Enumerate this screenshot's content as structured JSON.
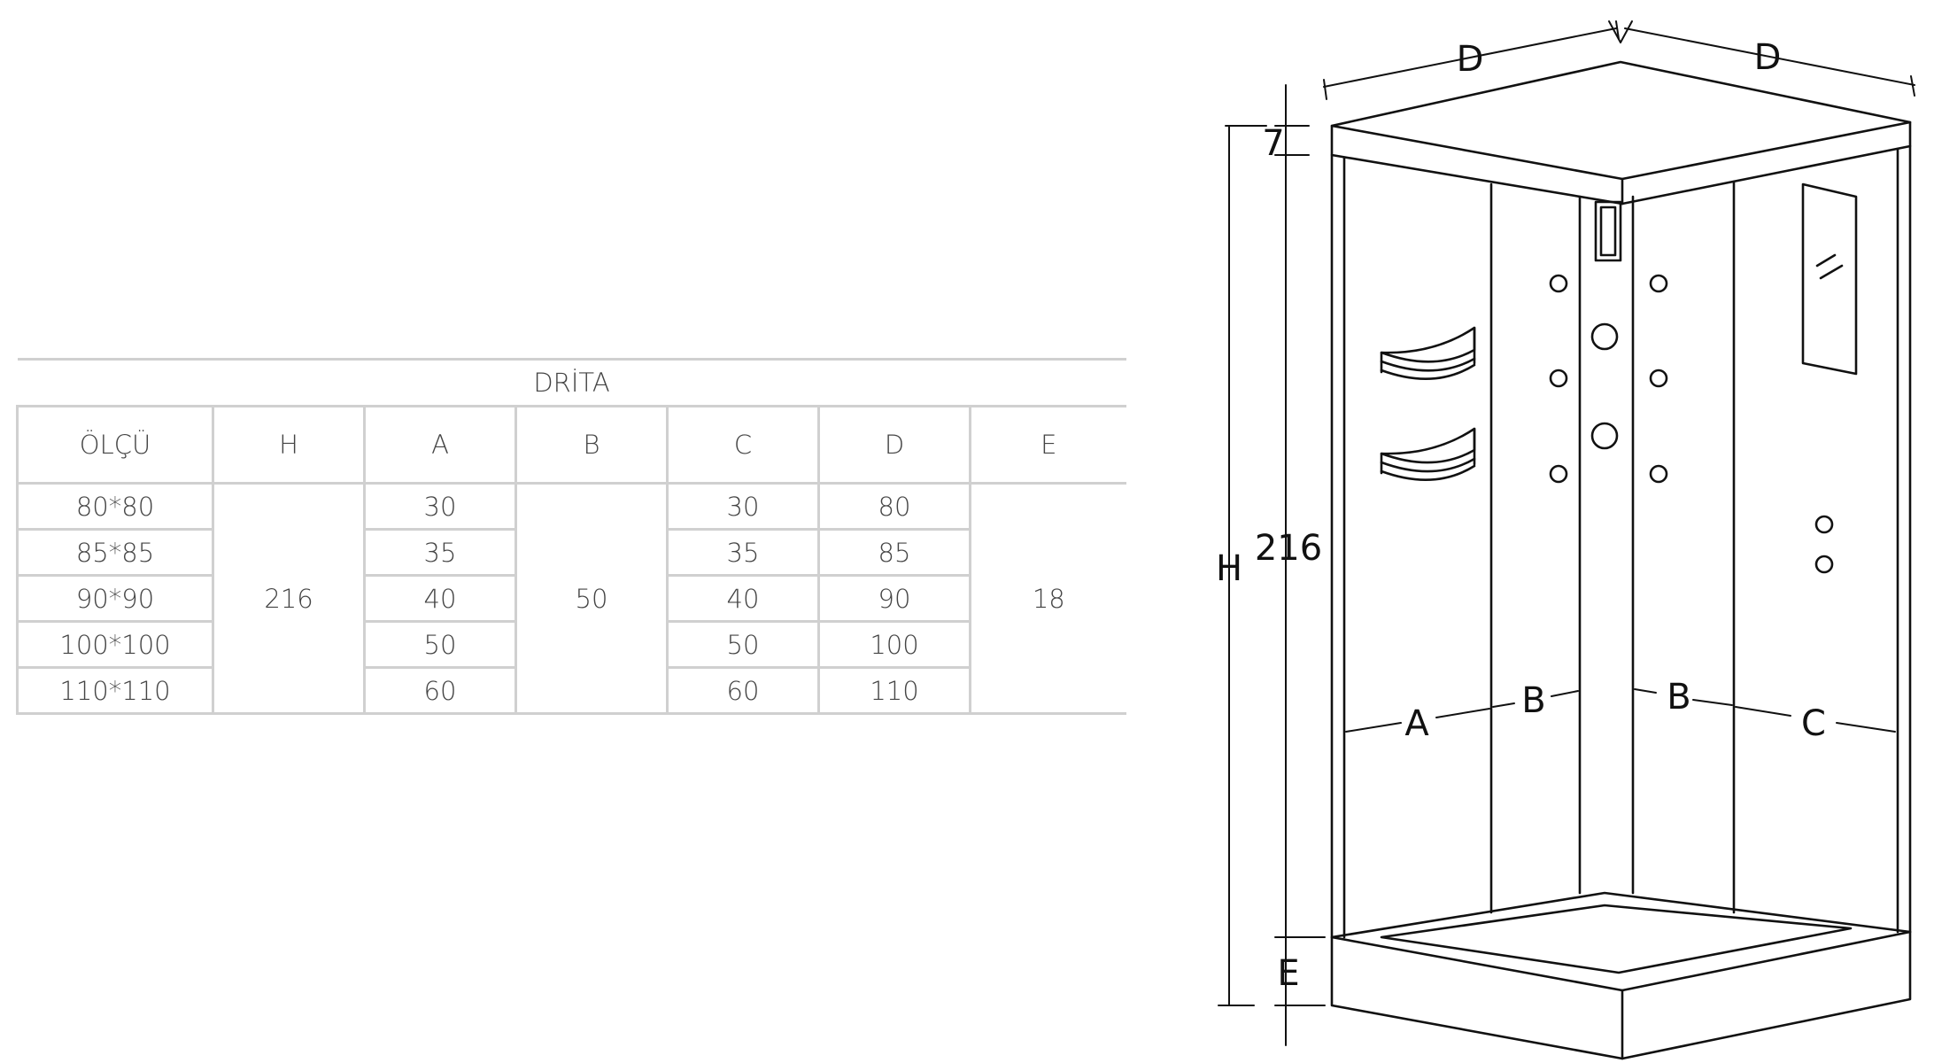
{
  "table": {
    "title": "DRİTA",
    "headers": [
      "ÖLÇÜ",
      "H",
      "A",
      "B",
      "C",
      "D",
      "E"
    ],
    "rows": [
      {
        "olcu": "80*80",
        "a": "30",
        "c": "30",
        "d": "80"
      },
      {
        "olcu": "85*85",
        "a": "35",
        "c": "35",
        "d": "85"
      },
      {
        "olcu": "90*90",
        "a": "40",
        "c": "40",
        "d": "90"
      },
      {
        "olcu": "100*100",
        "a": "50",
        "c": "50",
        "d": "100"
      },
      {
        "olcu": "110*110",
        "a": "60",
        "c": "60",
        "d": "110"
      }
    ],
    "h_value": "216",
    "b_value": "50",
    "e_value": "18"
  },
  "diagram": {
    "labels": {
      "d_left": "D",
      "d_right": "D",
      "top": "7",
      "h": "H",
      "height_value": "216",
      "a": "A",
      "b_left": "B",
      "b_right": "B",
      "c": "C",
      "e": "E"
    }
  }
}
